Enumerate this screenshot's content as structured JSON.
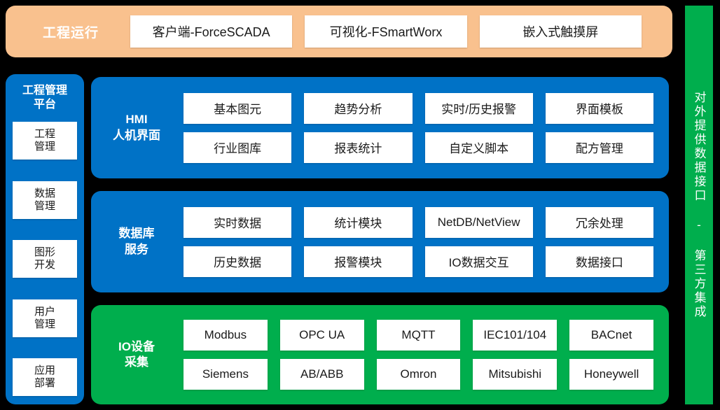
{
  "runtime_banner": {
    "title": "工程运行",
    "accent_color": "#f9c18e",
    "items": [
      {
        "label": "客户端-ForceSCADA"
      },
      {
        "label": "可视化-FSmartWorx"
      },
      {
        "label": "嵌入式触摸屏"
      }
    ]
  },
  "platform": {
    "title": "工程管理\n平台",
    "accent_color": "#0072c6",
    "items": [
      {
        "label": "工程\n管理"
      },
      {
        "label": "数据\n管理"
      },
      {
        "label": "图形\n开发"
      },
      {
        "label": "用户\n管理"
      },
      {
        "label": "应用\n部署"
      }
    ]
  },
  "layers": [
    {
      "title": "HMI\n人机界面",
      "accent_color": "#0072c6",
      "columns": 4,
      "cells": [
        {
          "label": "基本图元"
        },
        {
          "label": "趋势分析"
        },
        {
          "label": "实时/历史报警"
        },
        {
          "label": "界面模板"
        },
        {
          "label": "行业图库"
        },
        {
          "label": "报表统计"
        },
        {
          "label": "自定义脚本"
        },
        {
          "label": "配方管理"
        }
      ]
    },
    {
      "title": "数据库\n服务",
      "accent_color": "#0072c6",
      "columns": 4,
      "cells": [
        {
          "label": "实时数据"
        },
        {
          "label": "统计模块"
        },
        {
          "label": "NetDB/NetView"
        },
        {
          "label": "冗余处理"
        },
        {
          "label": "历史数据"
        },
        {
          "label": "报警模块"
        },
        {
          "label": "IO数据交互"
        },
        {
          "label": "数据接口"
        }
      ]
    },
    {
      "title": "IO设备\n采集",
      "accent_color": "#00ae4d",
      "columns": 5,
      "cells": [
        {
          "label": "Modbus"
        },
        {
          "label": "OPC UA"
        },
        {
          "label": "MQTT"
        },
        {
          "label": "IEC101/104"
        },
        {
          "label": "BACnet"
        },
        {
          "label": "Siemens"
        },
        {
          "label": "AB/ABB"
        },
        {
          "label": "Omron"
        },
        {
          "label": "Mitsubishi"
        },
        {
          "label": "Honeywell"
        }
      ]
    }
  ],
  "side_bar": {
    "label": "对外提供数据接口 - 第三方集成",
    "accent_color": "#00ae4d"
  }
}
